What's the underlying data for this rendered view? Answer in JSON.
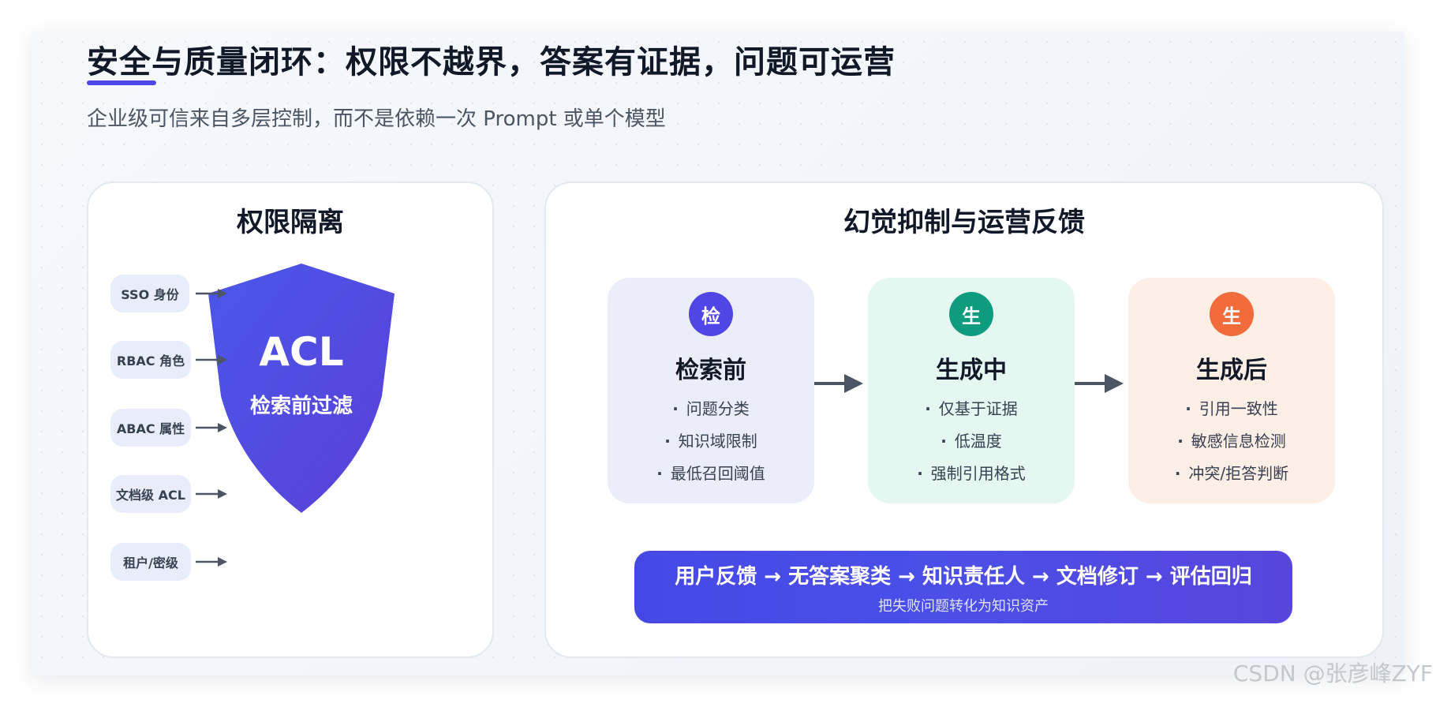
{
  "title": "安全与质量闭环：权限不越界，答案有证据，问题可运营",
  "subtitle": "企业级可信来自多层控制，而不是依赖一次 Prompt 或单个模型",
  "accent_color": "#4f46e5",
  "left_panel": {
    "title": "权限隔离",
    "shield_title": "ACL",
    "shield_subtitle": "检索前过滤",
    "shield_color": "#4f46e5",
    "inputs": [
      "SSO 身份",
      "RBAC 角色",
      "ABAC 属性",
      "文档级 ACL",
      "租户/密级"
    ]
  },
  "right_panel": {
    "title": "幻觉抑制与运营反馈",
    "stages": [
      {
        "badge": "检",
        "title": "检索前",
        "badge_color": "#4f46e5",
        "bg_color": "#ecedfb",
        "items": [
          "问题分类",
          "知识域限制",
          "最低召回阈值"
        ]
      },
      {
        "badge": "生",
        "title": "生成中",
        "badge_color": "#0f9b7d",
        "bg_color": "#e4f7f0",
        "items": [
          "仅基于证据",
          "低温度",
          "强制引用格式"
        ]
      },
      {
        "badge": "生",
        "title": "生成后",
        "badge_color": "#f26b3a",
        "bg_color": "#fdeee6",
        "items": [
          "引用一致性",
          "敏感信息检测",
          "冲突/拒答判断"
        ]
      }
    ],
    "feedback_loop": {
      "main": "用户反馈 → 无答案聚类 → 知识责任人 → 文档修订 → 评估回归",
      "sub": "把失败问题转化为知识资产"
    }
  },
  "watermark": "CSDN @张彦峰ZYF"
}
